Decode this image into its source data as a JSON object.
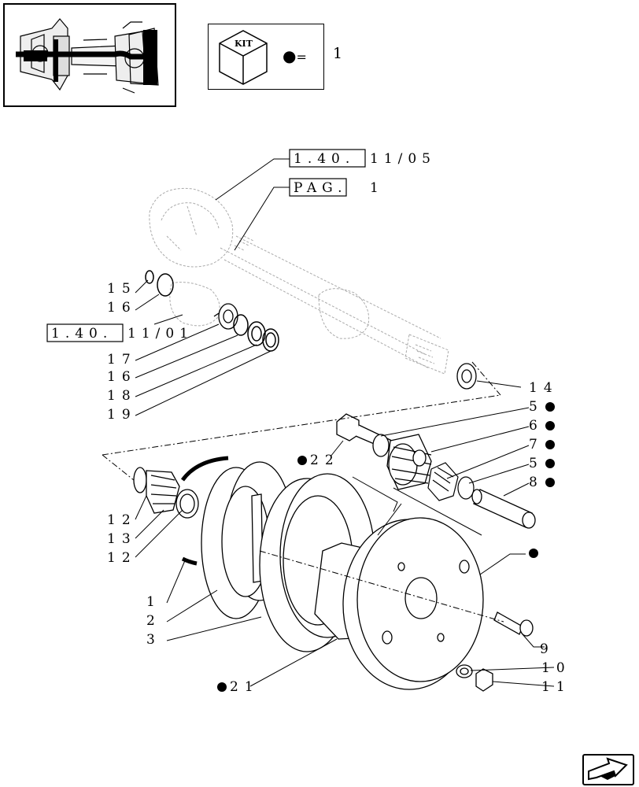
{
  "kit_legend": {
    "kit_text": "KIT",
    "qty_text": "1"
  },
  "references": {
    "ref_top_box": "1.40.",
    "ref_top_tail": "11/05",
    "ref_pag_box": "PAG.",
    "ref_pag_tail": "1",
    "ref_left_box": "1.40.",
    "ref_left_tail": "11/01"
  },
  "callouts": [
    {
      "text": "15",
      "kit": false
    },
    {
      "text": "16",
      "kit": false
    },
    {
      "text": "17",
      "kit": false
    },
    {
      "text": "16",
      "kit": false
    },
    {
      "text": "18",
      "kit": false
    },
    {
      "text": "19",
      "kit": false
    },
    {
      "text": "14",
      "kit": false
    },
    {
      "text": "5",
      "kit": true
    },
    {
      "text": "6",
      "kit": true
    },
    {
      "text": "7",
      "kit": true
    },
    {
      "text": "5",
      "kit": true
    },
    {
      "text": "8",
      "kit": true
    },
    {
      "text": "22",
      "kit": true
    },
    {
      "text": "",
      "kit": true
    },
    {
      "text": "12",
      "kit": false
    },
    {
      "text": "13",
      "kit": false
    },
    {
      "text": "12",
      "kit": false
    },
    {
      "text": "1",
      "kit": false
    },
    {
      "text": "2",
      "kit": false
    },
    {
      "text": "3",
      "kit": false
    },
    {
      "text": "21",
      "kit": true
    },
    {
      "text": "9",
      "kit": false
    },
    {
      "text": "10",
      "kit": false
    },
    {
      "text": "11",
      "kit": false
    }
  ],
  "icons": {
    "kit": "kit-box-icon",
    "bullet": "filled-circle-icon",
    "nav": "next-page-arrow-icon",
    "thumbnail": "axle-assembly-thumbnail"
  }
}
